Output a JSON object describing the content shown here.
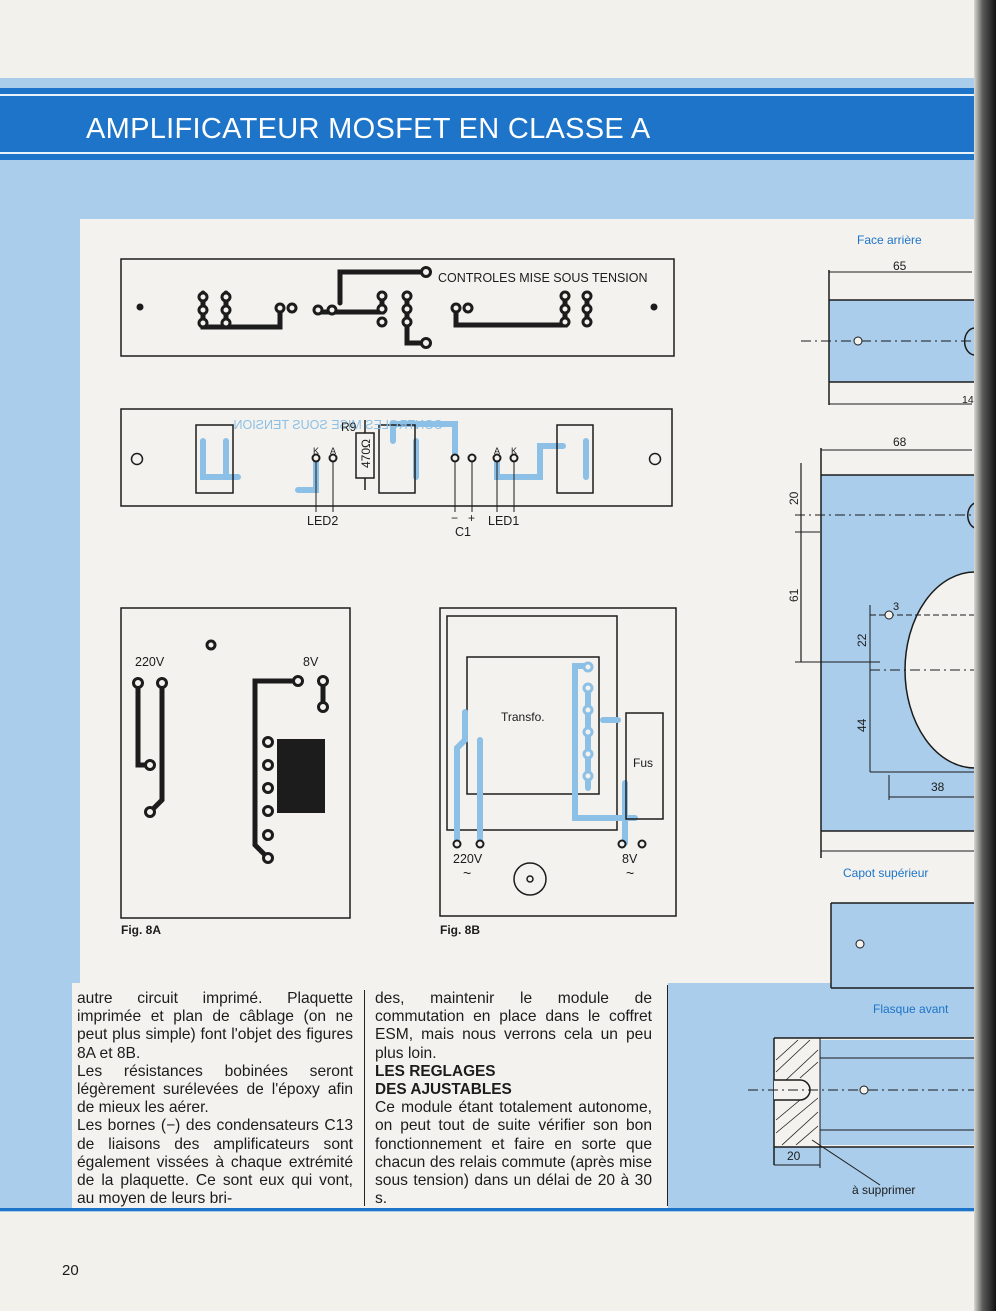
{
  "header": {
    "title": "AMPLIFICATEUR MOSFET EN CLASSE A"
  },
  "fig_8a": {
    "caption": "Fig. 8A",
    "top_board_label": "CONTROLES MISE SOUS TENSION",
    "mirror_label": "CONTROLES MISE SOUS TENSION",
    "r9": "R9",
    "resistor_value": "470Ω",
    "k": "K",
    "a": "A",
    "led2": "LED2",
    "led1": "LED1",
    "c1": "C1",
    "minus": "−",
    "plus": "+",
    "v220": "220V",
    "v8": "8V"
  },
  "fig_8b": {
    "caption": "Fig. 8B",
    "transfo": "Transfo.",
    "fus": "Fus",
    "v220": "220V",
    "v8": "8V",
    "ac": "~"
  },
  "side_drawings": {
    "face_arriere": "Face arrière",
    "capot_superieur": "Capot supérieur",
    "flasque_avant": "Flasque avant",
    "a_supprimer": "à supprimer",
    "dims": {
      "d65": "65",
      "d14": "14",
      "d68": "68",
      "d20": "20",
      "d61": "61",
      "d3": "3",
      "d22": "22",
      "d44": "44",
      "d38": "38",
      "d20b": "20"
    }
  },
  "article": {
    "col1": [
      "autre circuit imprimé. Plaquette imprimée et plan de câblage (on ne peut plus simple) font l'objet des figures 8A et 8B.",
      "Les résistances bobinées seront légèrement surélevées de l'époxy afin de mieux les aérer.",
      "Les bornes (−) des condensateurs C13 de liaisons des amplificateurs sont également vissées à chaque extrémité de la plaquette. Ce sont eux qui vont, au moyen de leurs bri-"
    ],
    "col2_intro": "des, maintenir le module de commutation en place dans le coffret ESM, mais nous verrons cela un peu plus loin.",
    "col2_heading_1": "LES REGLAGES",
    "col2_heading_2": "DES AJUSTABLES",
    "col2_body": "Ce module étant totalement autonome, on peut tout de suite vérifier son bon fonctionnement et faire en sorte que chacun des relais commute (après mise sous tension) dans un délai de 20 à 30 s."
  },
  "page_number": "20",
  "colors": {
    "accent": "#1d74c8",
    "panel_blue": "#a9cdea",
    "trace_blue": "#8cc0e6",
    "ink": "#1c1c1c"
  }
}
